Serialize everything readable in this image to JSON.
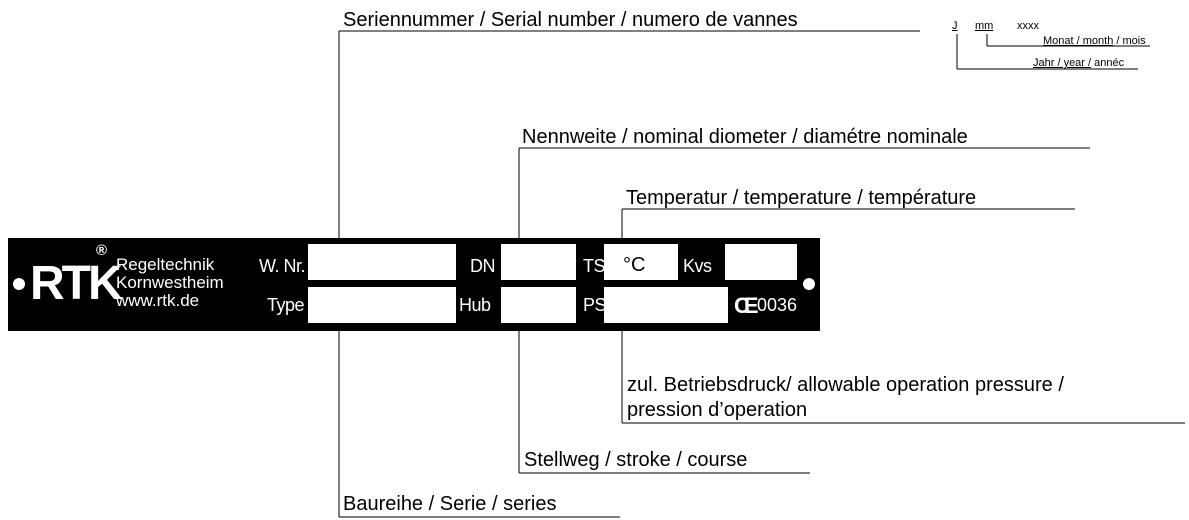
{
  "callouts": {
    "serial": "Seriennummer / Serial number / numero de vannes",
    "nominal": "Nennweite / nominal diometer / diamétre nominale",
    "temperature": "Temperatur / temperature / température",
    "pressure_line1": "zul. Betriebsdruck/ allowable operation pressure /",
    "pressure_line2": "pression d’operation",
    "stroke": "Stellweg / stroke / course",
    "series": "Baureihe / Serie / series"
  },
  "serial_format": {
    "j": "J",
    "mm": "mm",
    "xxxx": "xxxx",
    "month_a": "Monat / month",
    "month_b": " / mois",
    "year_a": "Jahr / year /",
    "year_b": " annéc"
  },
  "plate": {
    "logo": "RTK",
    "registered": "®",
    "company_line1": "Regeltechnik",
    "company_line2": "Kornwestheim",
    "company_line3": "www.rtk.de",
    "label_wnr": "W. Nr.",
    "label_type": "Type",
    "label_dn": "DN",
    "label_hub": "Hub",
    "label_ts": "TS",
    "label_ps": "PS",
    "label_kvs": "Kvs",
    "unit_celsius": "°C",
    "ce_mark": "CE",
    "ce_number": "0036"
  }
}
